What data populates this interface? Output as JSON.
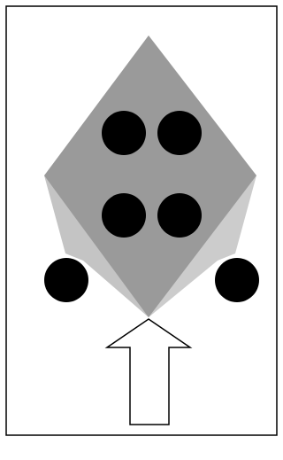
{
  "figure": {
    "colors": {
      "background": "#ffffff",
      "frame": "#000000",
      "diamond": "#9a9a9a",
      "left_face": "#c4c4c4",
      "right_face": "#cccccc",
      "dots": "#000000",
      "arrow_fill": "#ffffff",
      "arrow_stroke": "#000000"
    },
    "dots": {
      "top_pair_count": 2,
      "middle_pair_count": 2,
      "side_count": 2
    },
    "arrow": {
      "direction": "up"
    }
  }
}
